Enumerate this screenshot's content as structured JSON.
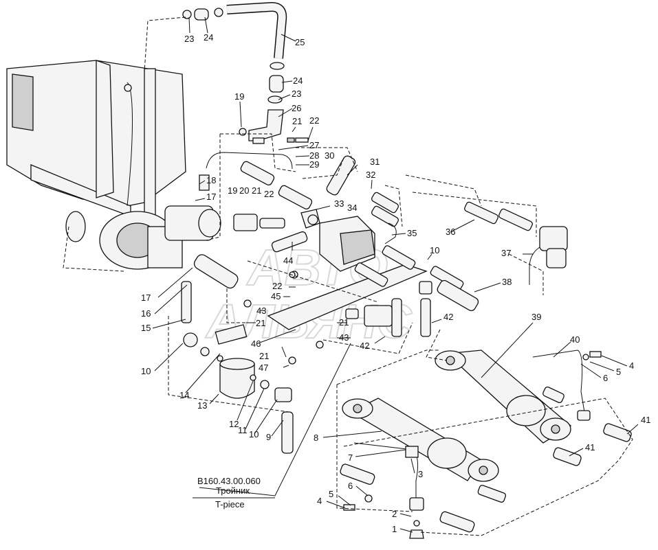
{
  "watermark": {
    "line1": "АВТО",
    "line2": "АЛЬЯНС"
  },
  "caption": {
    "code": "B160.43.00.060",
    "name_ru": "Тройник",
    "name_en": "T-piece"
  },
  "callouts": [
    "23",
    "24",
    "25",
    "24",
    "23",
    "26",
    "19",
    "21",
    "22",
    "27",
    "28",
    "29",
    "30",
    "31",
    "32",
    "18",
    "17",
    "19",
    "20",
    "21",
    "22",
    "33",
    "34",
    "35",
    "36",
    "37",
    "10",
    "38",
    "44",
    "22",
    "45",
    "43",
    "21",
    "46",
    "43",
    "21",
    "42",
    "42",
    "17",
    "16",
    "15",
    "10",
    "14",
    "21",
    "47",
    "13",
    "12",
    "11",
    "10",
    "9",
    "39",
    "40",
    "4",
    "5",
    "6",
    "8",
    "7",
    "3",
    "41",
    "41",
    "6",
    "5",
    "4",
    "2",
    "1"
  ]
}
